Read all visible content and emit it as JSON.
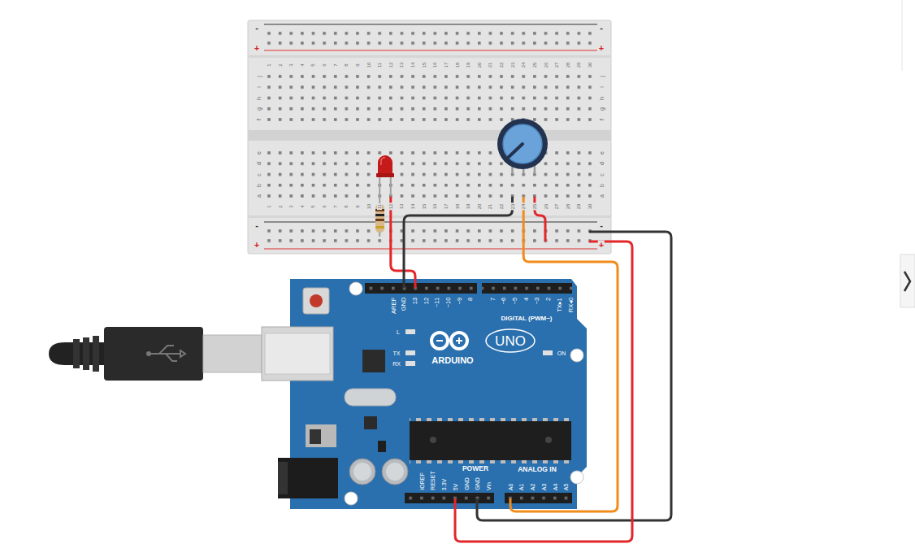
{
  "diagram": {
    "labels": [
      "-",
      "-",
      "+",
      "+",
      "1",
      "2",
      "3",
      "4",
      "5",
      "6",
      "7",
      "8",
      "9",
      "10",
      "11",
      "12",
      "13",
      "14",
      "15",
      "16",
      "17",
      "18",
      "19",
      "20",
      "21",
      "22",
      "23",
      "24",
      "25",
      "26",
      "27",
      "28",
      "29",
      "30",
      "j",
      "i",
      "h",
      "g",
      "f",
      "j",
      "i",
      "h",
      "g",
      "f",
      "e",
      "d",
      "c",
      "b",
      "a",
      "e",
      "d",
      "c",
      "b",
      "a",
      "1",
      "2",
      "3",
      "4",
      "5",
      "6",
      "7",
      "8",
      "9",
      "10",
      "11",
      "12",
      "13",
      "14",
      "15",
      "16",
      "17",
      "18",
      "19",
      "20",
      "21",
      "22",
      "23",
      "24",
      "25",
      "26",
      "27",
      "28",
      "29",
      "30",
      "-",
      "-",
      "+",
      "+",
      "AREF",
      "GND",
      "13",
      "12",
      "~11",
      "~10",
      "~9",
      "8",
      "7",
      "~6",
      "~5",
      "4",
      "~3",
      "2",
      "TX▸1",
      "RX◂0",
      "DIGITAL (PWM~)",
      "L",
      "UNO",
      "TX",
      "RX",
      "ARDUINO",
      "ON",
      "IOREF",
      "RESET",
      "3.3V",
      "5V",
      "GND",
      "GND",
      "Vin",
      "A0",
      "A1",
      "A2",
      "A3",
      "A4",
      "A5",
      "POWER",
      "ANALOG IN"
    ]
  }
}
